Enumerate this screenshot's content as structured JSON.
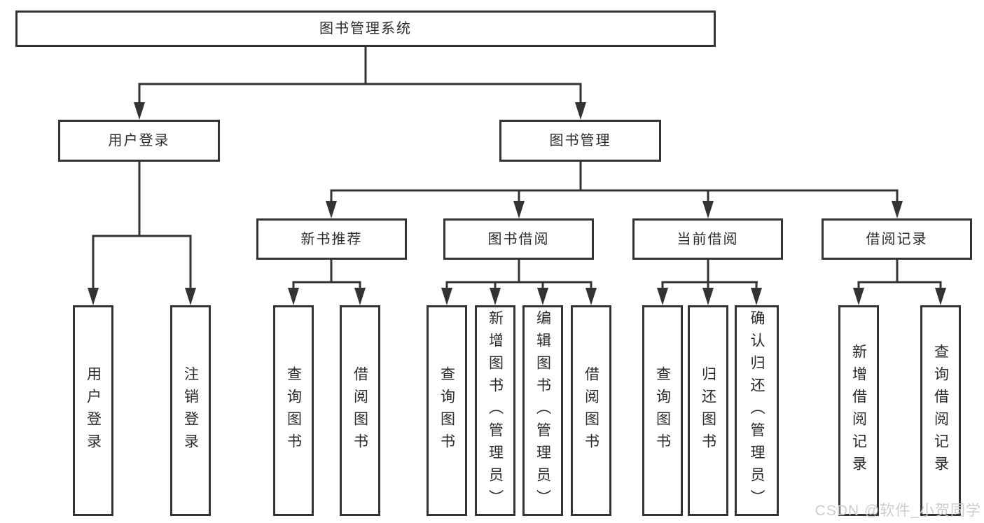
{
  "nodes": {
    "root": "图书管理系统",
    "user_login": "用户登录",
    "book_mgmt": "图书管理",
    "new_book_rec": "新书推荐",
    "book_borrow": "图书借阅",
    "current_borrow": "当前借阅",
    "borrow_records": "借阅记录"
  },
  "leaves": {
    "user_login": [
      "用户登录",
      "注销登录"
    ],
    "new_book_rec": [
      "查询图书",
      "借阅图书"
    ],
    "book_borrow": [
      "查询图书",
      "新增图书（管理员）",
      "编辑图书（管理员）",
      "借阅图书"
    ],
    "current_borrow": [
      "查询图书",
      "归还图书",
      "确认归还（管理员）"
    ],
    "borrow_records": [
      "新增借阅记录",
      "查询借阅记录"
    ]
  },
  "watermark": "CSDN @软件_小贺同学",
  "colors": {
    "line": "#333333",
    "text": "#2b2b2b",
    "watermark": "#cdcdcd",
    "background": "#ffffff"
  }
}
